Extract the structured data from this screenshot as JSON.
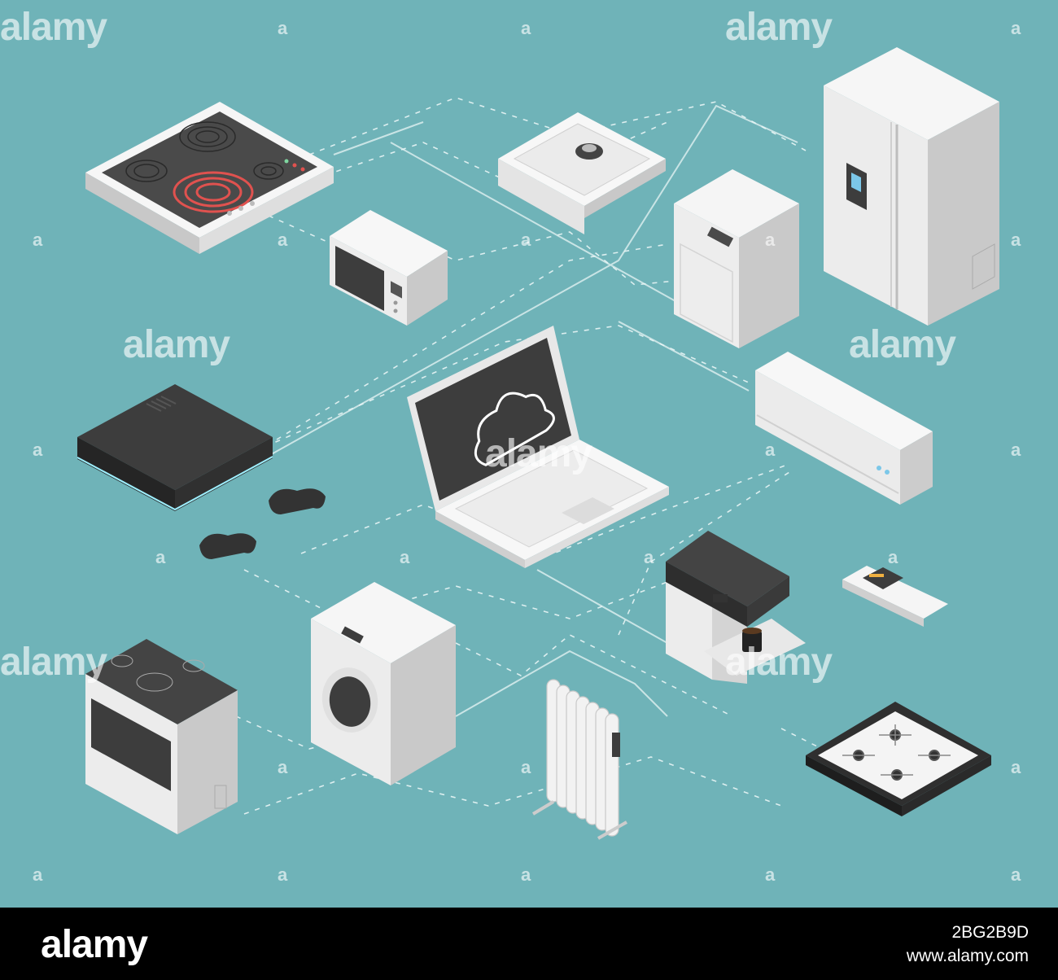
{
  "watermark": {
    "big": "alamy",
    "small": "a"
  },
  "footer": {
    "logo": "alamy",
    "image_id": "2BG2B9D",
    "url": "www.alamy.com"
  },
  "colors": {
    "background": "#6fb3b8",
    "appliance_white": "#f4f4f4",
    "appliance_side": "#c9c9c9",
    "dark_panel": "#3d3d3d",
    "hot_burner": "#e0524f",
    "connection_line": "#e8f5f5"
  },
  "icons": [
    "induction-hob-icon",
    "microwave-icon",
    "range-hood-icon",
    "dishwasher-icon",
    "refrigerator-icon",
    "game-console-icon",
    "gamepad-icon",
    "laptop-icon",
    "cloud-icon",
    "air-conditioner-icon",
    "coffee-machine-icon",
    "remote-control-icon",
    "electric-stove-icon",
    "washing-machine-icon",
    "oil-radiator-icon",
    "gas-hob-icon"
  ]
}
